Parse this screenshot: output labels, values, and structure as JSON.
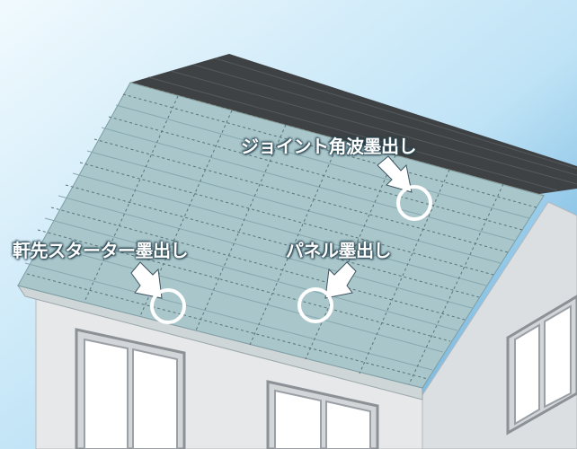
{
  "callouts": {
    "joint": "ジョイント角波墨出し",
    "eaves": "軒先スターター墨出し",
    "panel": "パネル墨出し"
  },
  "colors": {
    "sky_top": "#dff2fb",
    "sky_bottom": "#5aa6d6",
    "roof_panel": "#a9c7cc",
    "roof_dark": "#3f4244",
    "wall": "#e8e9eb",
    "marker": "#ffffff"
  }
}
